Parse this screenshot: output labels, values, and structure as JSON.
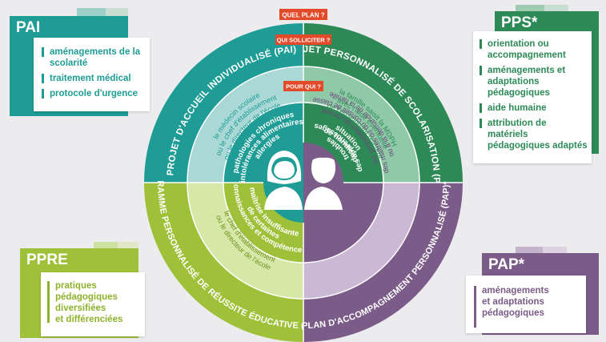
{
  "colors": {
    "teal": "#1e9c95",
    "green": "#9fc13a",
    "purple": "#7b5b88",
    "dark_green": "#2d8a57",
    "red": "#e24a2a"
  },
  "questions": {
    "quel_plan": "QUEL PLAN ?",
    "qui_solliciter": "QUI SOLLICITER ?",
    "pour_qui": "POUR QUI ?"
  },
  "ring_titles": {
    "pai": "PROJET D'ACCUEIL INDIVIDUALISÉ (PAI)",
    "pps": "PROJET PERSONNALISÉ DE SCOLARISATION (PPS)*",
    "ppre": "PROGRAMME PERSONNALISÉ DE RÉUSSITE ÉDUCATIVE (PPRE)",
    "pap": "PLAN D'ACCOMPAGNEMENT PERSONNALISÉ (PAP)*"
  },
  "ring_solliciter": {
    "pai": [
      "le médecin scolaire",
      "ou le chef d'établissement",
      "ou le directeur de l'école"
    ],
    "pps": [
      "la famille saisit la MDPH",
      "avec l'aide éventuelle",
      "de l'enseignant référent"
    ],
    "ppre": [
      "le chef d'établissement",
      "ou le directeur de l'école"
    ],
    "pap": [
      "sur proposition du conseil",
      "des maîtres ou du conseil de classe",
      "ou à la demande de la famille"
    ]
  },
  "ring_pourqui": {
    "pai": [
      "pathologies chroniques",
      "intolérances alimentaires",
      "allergies"
    ],
    "pps": [
      "situation",
      "de handicap"
    ],
    "ppre": [
      "maîtrise insuffisante",
      "de certaines",
      "connaissances et compétences"
    ],
    "pap": [
      "troubles",
      "des apprentissages"
    ]
  },
  "panels": {
    "pai": {
      "title": "PAI",
      "items": [
        "aménagements de la scolarité",
        "traitement médical",
        "protocole d'urgence"
      ]
    },
    "pps": {
      "title": "PPS*",
      "items": [
        "orientation ou accompagnement",
        "aménagements et adaptations pédagogiques",
        "aide humaine",
        "attribution de matériels pédagogiques adaptés"
      ]
    },
    "ppre": {
      "title": "PPRE",
      "lines": [
        "pratiques",
        "pédagogiques",
        "diversifiées",
        "et différenciées"
      ]
    },
    "pap": {
      "title": "PAP*",
      "lines": [
        "aménagements",
        "et adaptations",
        "pédagogiques"
      ]
    }
  },
  "icons": {
    "girl": "girl-face-icon",
    "boy": "boy-face-icon"
  }
}
